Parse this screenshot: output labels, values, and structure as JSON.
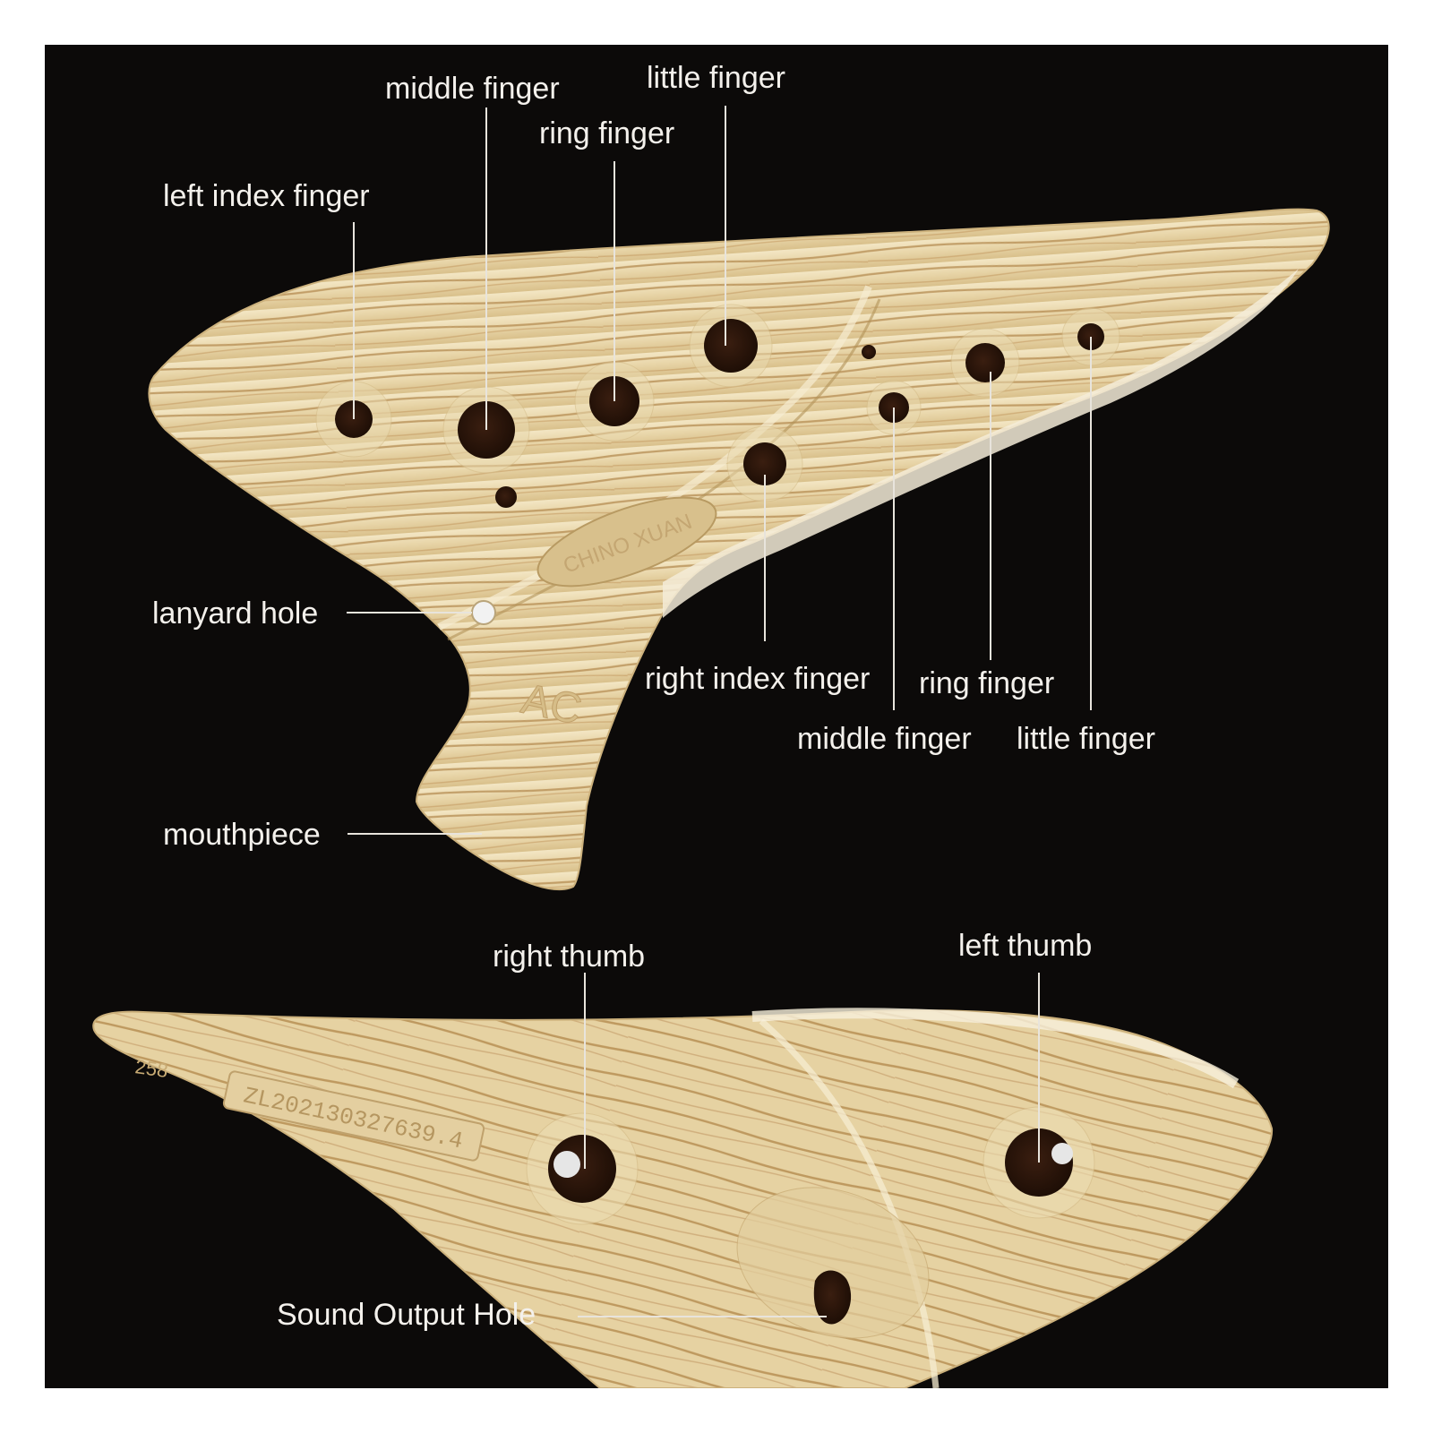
{
  "colors": {
    "background": "#0c0a09",
    "wood_light": "#ecdcb4",
    "wood_grain": "#b48a50",
    "hole": "#2a150b",
    "label_text": "#f4f1ec",
    "leader_line": "#e8e4dc"
  },
  "top_ocarina": {
    "labels": {
      "left_index_finger": "left index finger",
      "left_middle_finger": "middle finger",
      "left_ring_finger": "ring finger",
      "left_little_finger": "little finger",
      "lanyard_hole": "lanyard hole",
      "mouthpiece": "mouthpiece",
      "right_index_finger": "right index finger",
      "right_middle_finger": "middle finger",
      "right_ring_finger": "ring finger",
      "right_little_finger": "little finger"
    },
    "embossed_text": {
      "model": "AC",
      "brand": "CHINO XUAN"
    }
  },
  "bottom_ocarina": {
    "labels": {
      "right_thumb": "right thumb",
      "left_thumb": "left thumb",
      "sound_output_hole": "Sound Output Hole"
    },
    "embossed_text": {
      "patent": "ZL202130327639.4",
      "number": "258"
    }
  }
}
